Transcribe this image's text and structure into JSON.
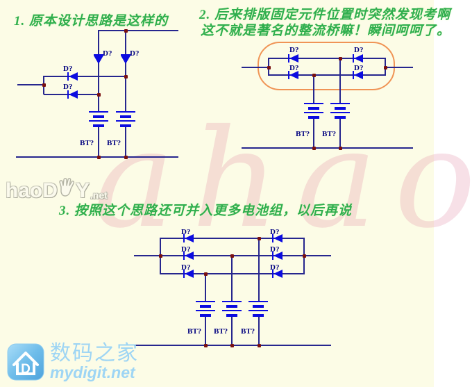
{
  "colors": {
    "canvas": "#fcfce6",
    "strip": "#ffffff",
    "green": "#2fae4e",
    "wire": "#26268e",
    "symbol": "#0b0be0",
    "label": "#00007f",
    "junction": "#7a1010",
    "highlight": "#f09455",
    "logoblue": "#9ed5f4"
  },
  "annotations": {
    "note1": "1. 原本设计思路是这样的",
    "note2_line1": "2. 后来排版固定元件位置时突然发现考啊",
    "note2_line2": "这不就是著名的整流桥嘛！瞬间呵呵了。",
    "note3": "3. 按照这个思路还可并入更多电池组，以后再说"
  },
  "schematic": {
    "diode_label": "D?",
    "battery_label": "BT?"
  },
  "watermarks": {
    "ahao": "ahao",
    "haodiy_prefix": "haoD",
    "haodiy_suffix": "Y",
    "haodiy_tld": ".net"
  },
  "site_logo": {
    "icon_letter": "D",
    "name_cn": "数码之家",
    "domain": "mydigit.net"
  }
}
